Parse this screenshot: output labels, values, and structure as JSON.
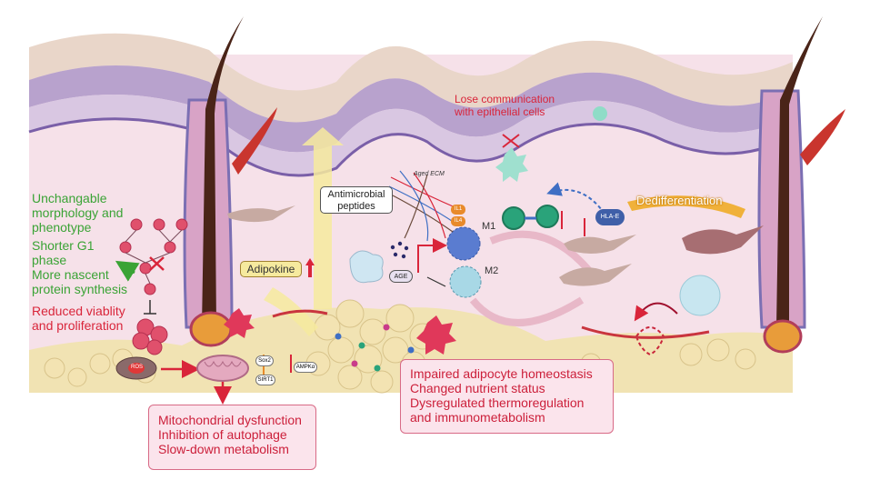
{
  "left_panel": {
    "green_lines": [
      "Unchangable",
      "morphology and",
      "phenotype",
      "Shorter G1",
      "phase",
      "More nascent",
      "protein synthesis"
    ],
    "red_lines": [
      "Reduced viablity",
      "and proliferation"
    ]
  },
  "labels": {
    "lose_communication": [
      "Lose communication",
      "with epithelial cells"
    ],
    "aged_ecm": "Aged ECM",
    "antimicrobial": [
      "Antimicrobial",
      "peptides"
    ],
    "adipokine": "Adipokine",
    "age": "AGE",
    "m1": "M1",
    "m2": "M2",
    "il1": "IL1",
    "il4": "IL4",
    "hla_e": "HLA-E",
    "dedifferentiation": "Dedifferentiation",
    "ros": "ROS",
    "sox2": "Sox2",
    "sirt1": "SIRT1",
    "ampk": "AMPKα"
  },
  "boxes": {
    "mito": [
      "Mitochondrial dysfunction",
      "Inhibition of autophage",
      "Slow-down metabolism"
    ],
    "adipocyte": [
      "Impaired adipocyte homeostasis",
      "Changed nutrient status",
      "Dysregulated thermoregulation",
      "and immunometabolism"
    ]
  },
  "colors": {
    "green_text": "#3aa335",
    "red_text": "#d9253a",
    "box_fill": "#fbe4ec",
    "box_border": "#d86a86",
    "dermis": "#f4dce6",
    "epidermis": "#b9a5cc",
    "fat": "#f3e6b8"
  }
}
